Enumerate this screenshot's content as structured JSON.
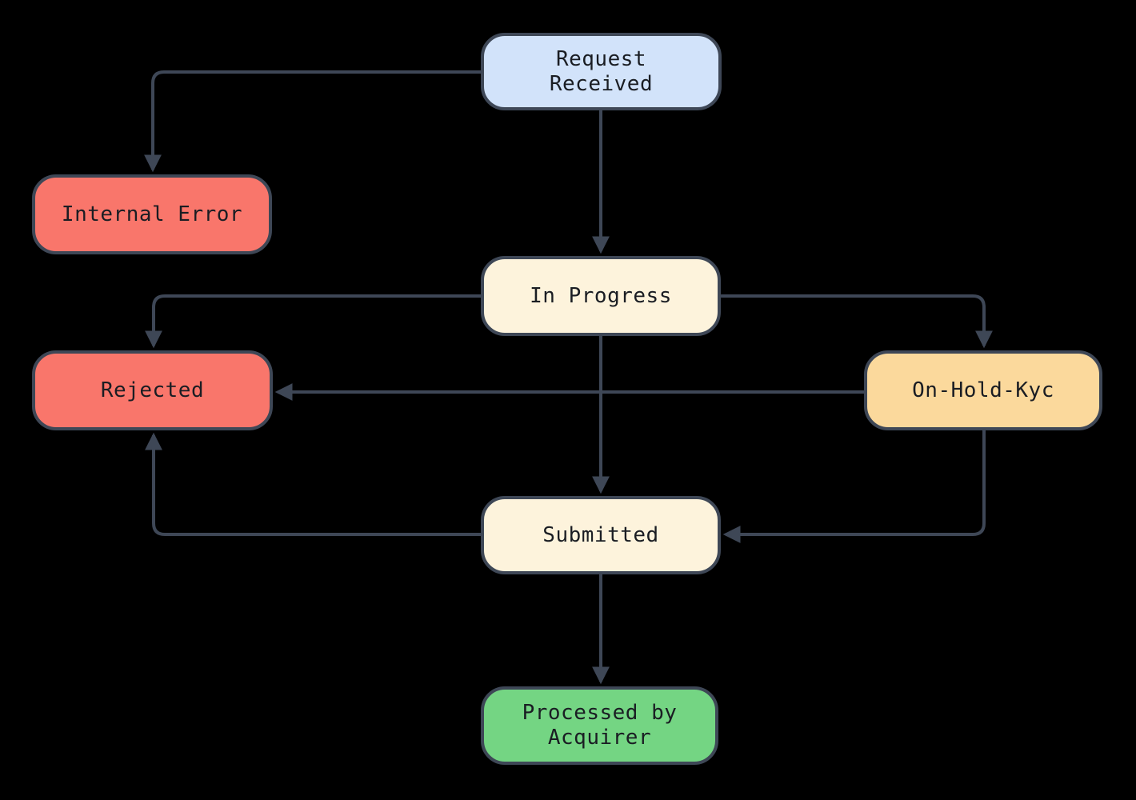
{
  "diagram": {
    "type": "flowchart",
    "background_color": "#000000",
    "edge_color": "#3e4756",
    "node_border_color": "#3e4756",
    "text_color": "#1a1d23",
    "nodes": {
      "request_received": {
        "label": "Request\nReceived",
        "fill": "#d2e3fa"
      },
      "internal_error": {
        "label": "Internal Error",
        "fill": "#f9766b"
      },
      "in_progress": {
        "label": "In Progress",
        "fill": "#fdf3dc"
      },
      "rejected": {
        "label": "Rejected",
        "fill": "#f9766b"
      },
      "on_hold_kyc": {
        "label": "On-Hold-Kyc",
        "fill": "#fbd99c"
      },
      "submitted": {
        "label": "Submitted",
        "fill": "#fdf3dc"
      },
      "processed_by_acquirer": {
        "label": "Processed by\nAcquirer",
        "fill": "#74d583"
      }
    },
    "edges": [
      {
        "from": "request_received",
        "to": "internal_error"
      },
      {
        "from": "request_received",
        "to": "in_progress"
      },
      {
        "from": "in_progress",
        "to": "rejected"
      },
      {
        "from": "in_progress",
        "to": "on_hold_kyc"
      },
      {
        "from": "in_progress",
        "to": "submitted"
      },
      {
        "from": "on_hold_kyc",
        "to": "rejected"
      },
      {
        "from": "on_hold_kyc",
        "to": "submitted"
      },
      {
        "from": "submitted",
        "to": "rejected"
      },
      {
        "from": "submitted",
        "to": "processed_by_acquirer"
      }
    ]
  }
}
